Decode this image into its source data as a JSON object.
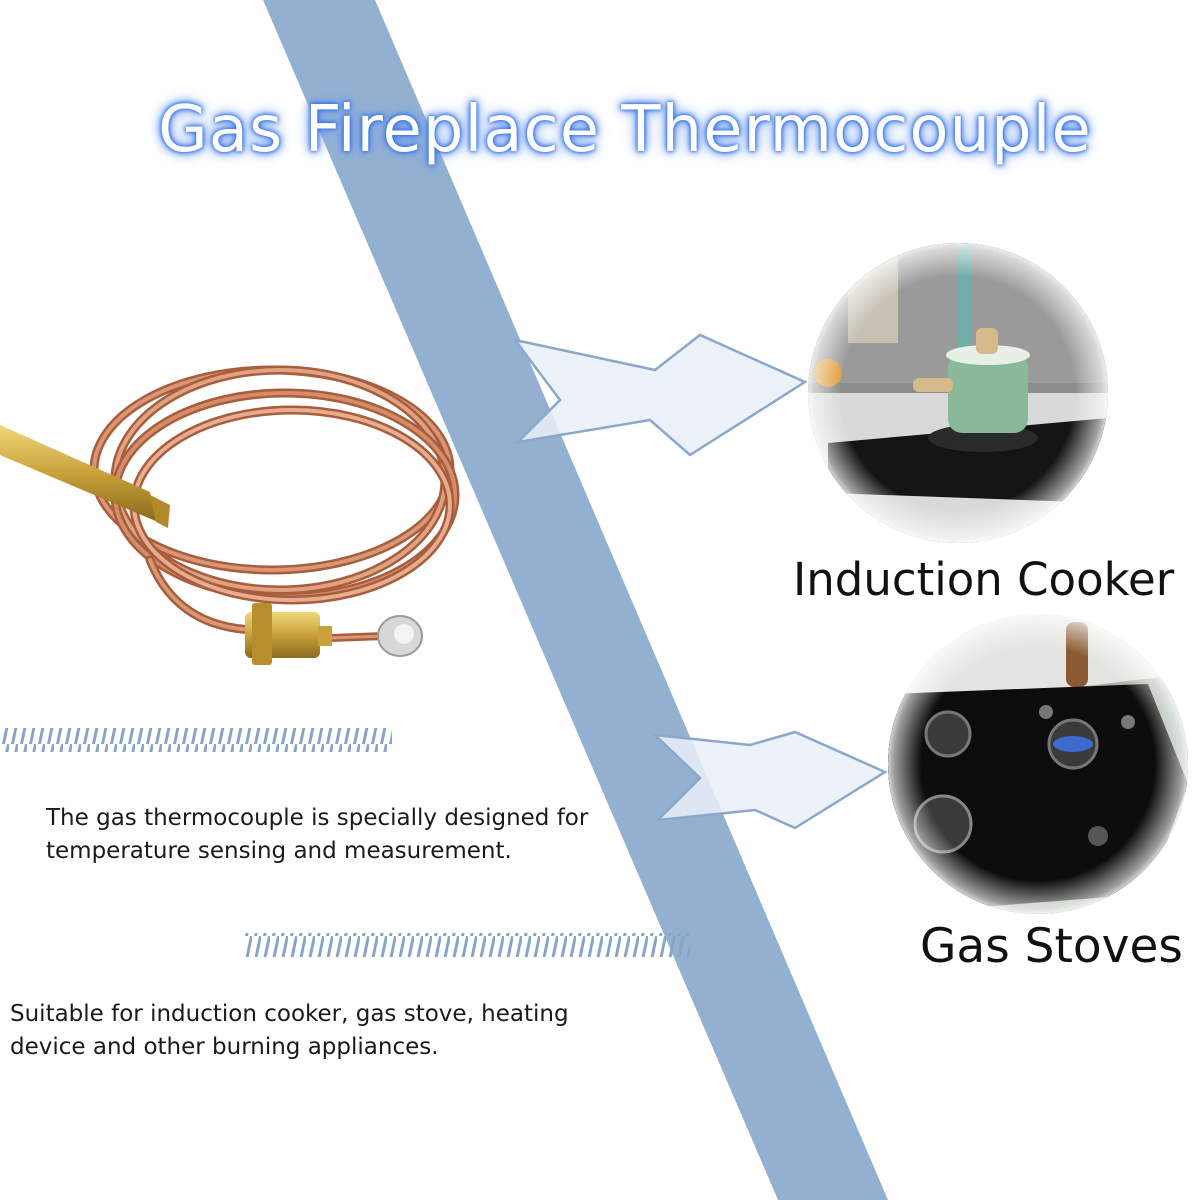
{
  "title": "Gas Fireplace Thermocouple",
  "applications": [
    {
      "label": "Induction Cooker",
      "photo": "induction-cooker-photo"
    },
    {
      "label": "Gas Stoves",
      "photo": "gas-stove-photo"
    }
  ],
  "descriptions": {
    "first": [
      "The gas thermocouple is specially designed for",
      "temperature sensing and measurement."
    ],
    "second": [
      "Suitable for induction cooker, gas stove, heating",
      "device and other burning appliances."
    ]
  },
  "colors": {
    "band": "#94b0d0",
    "arrow_fill": "#eaf0f8",
    "arrow_stroke": "#8aa8cc",
    "copper": "#c77d5a",
    "brass": "#c9a13a",
    "title_glow": "#2f6fe8"
  }
}
